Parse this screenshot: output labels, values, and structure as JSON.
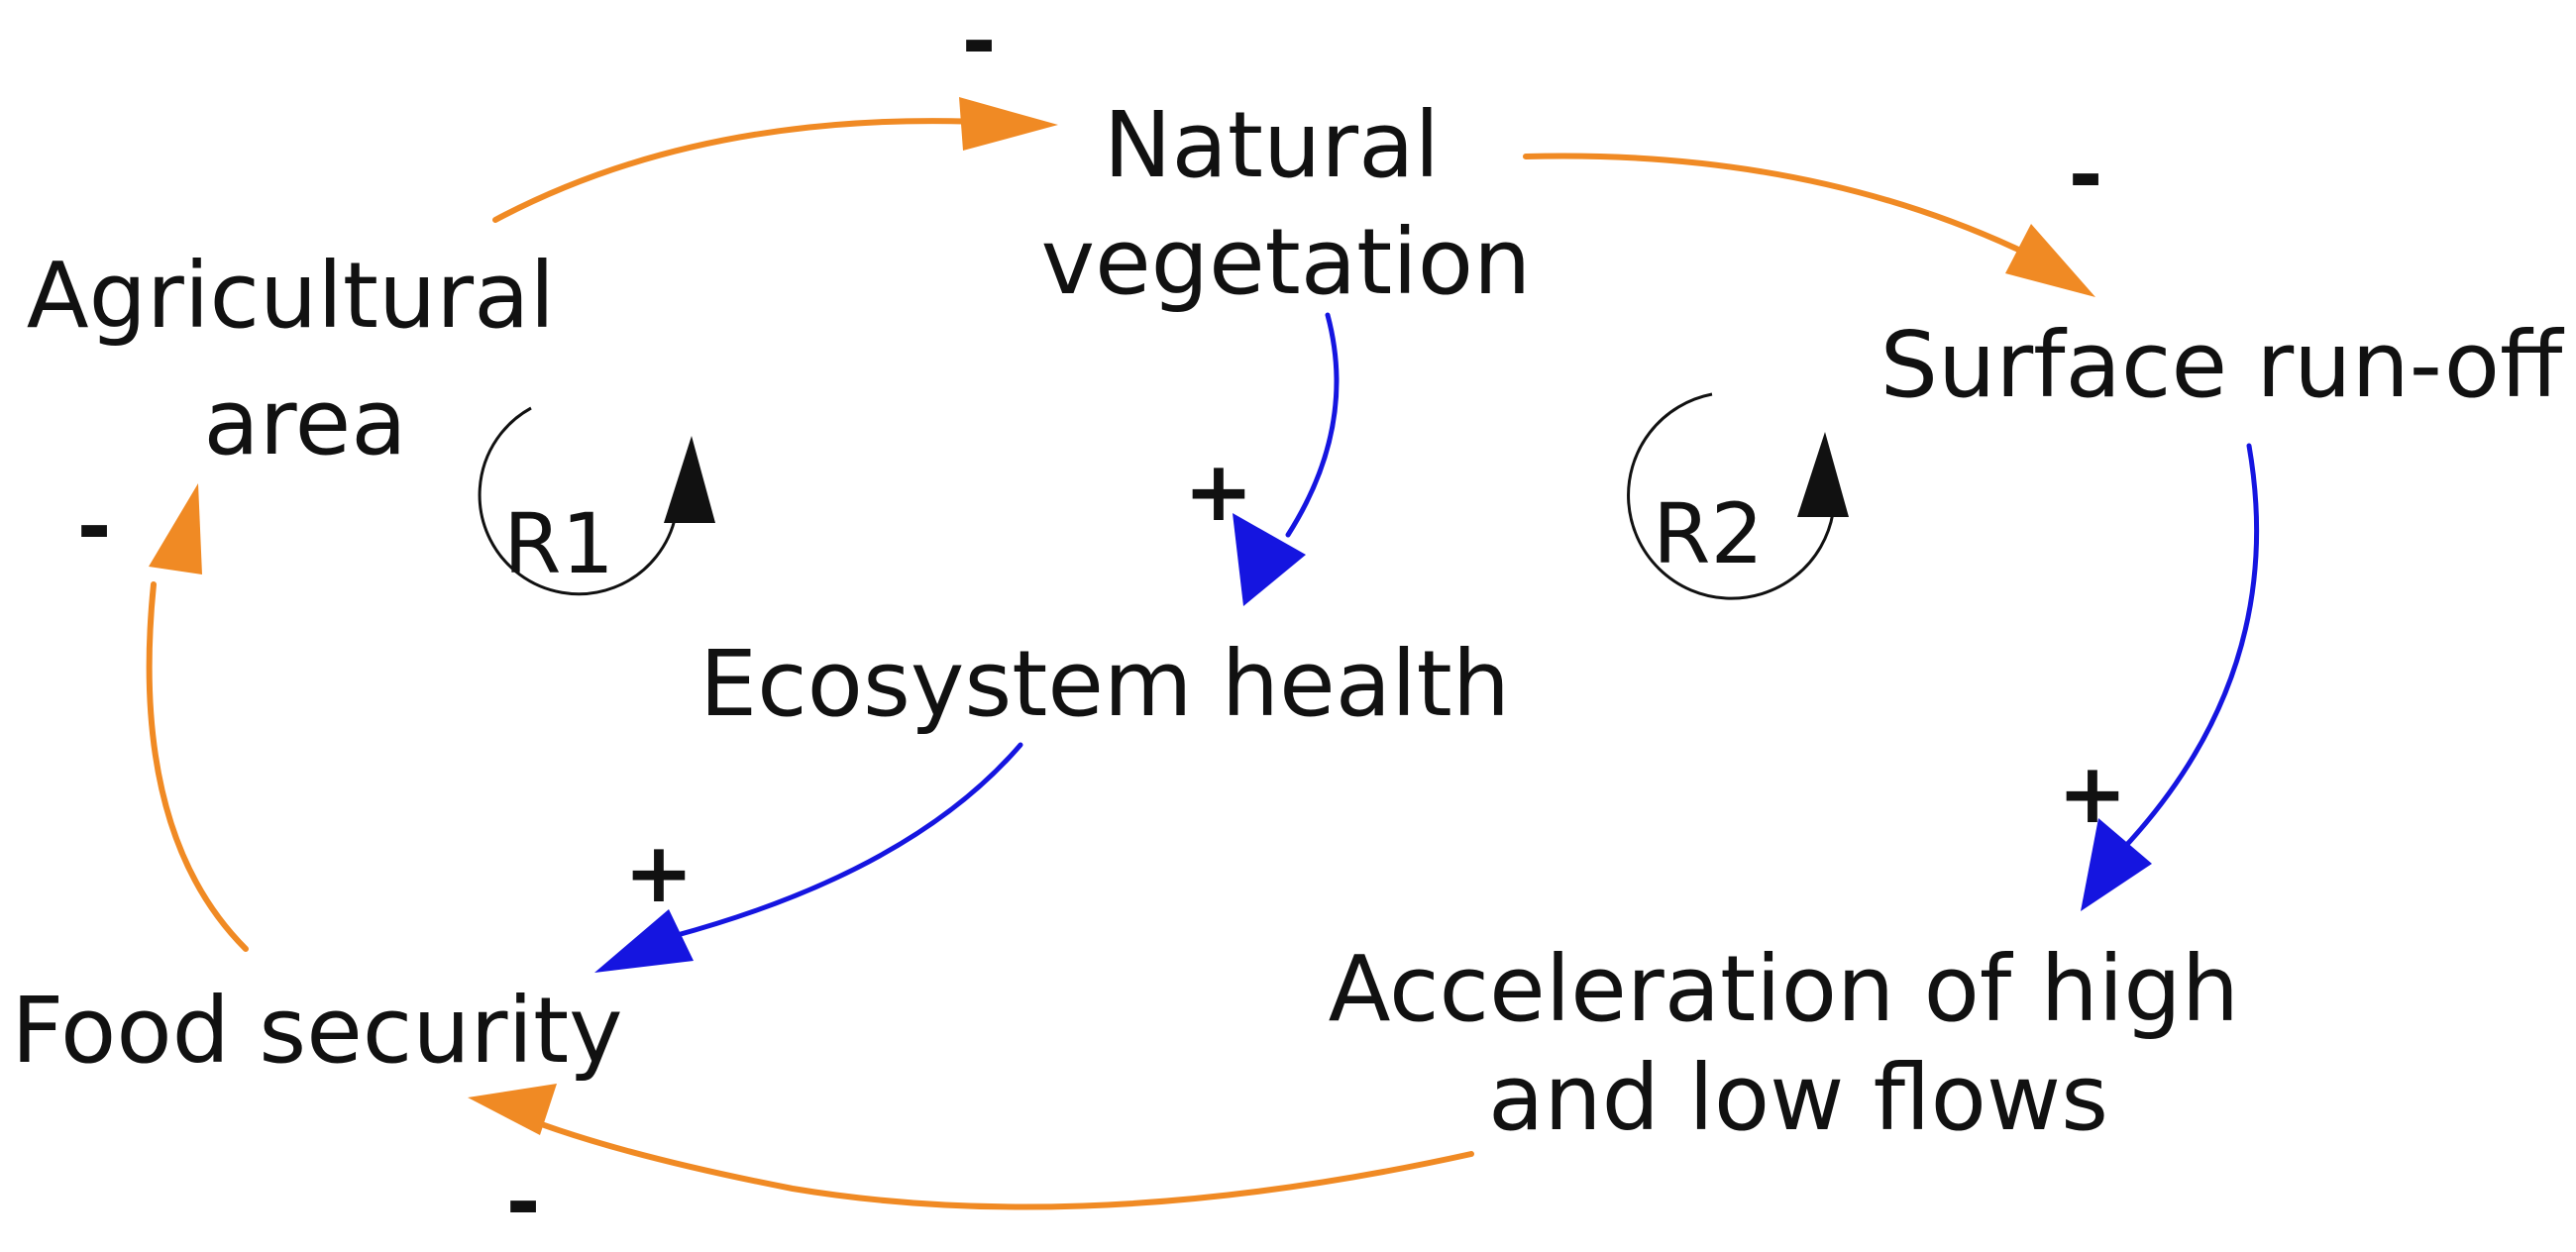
{
  "nodes": {
    "agricultural_area": [
      "Agricultural",
      "area"
    ],
    "natural_vegetation": [
      "Natural",
      "vegetation"
    ],
    "surface_runoff": [
      "Surface run-off"
    ],
    "ecosystem_health": [
      "Ecosystem health"
    ],
    "food_security": [
      "Food security"
    ],
    "acceleration_flows": [
      "Acceleration of high",
      "and low flows"
    ]
  },
  "loops": {
    "r1": "R1",
    "r2": "R2"
  },
  "polarity": {
    "agri_to_veg": "-",
    "veg_to_runoff": "-",
    "veg_to_eco": "+",
    "eco_to_food": "+",
    "runoff_to_accel": "+",
    "accel_to_food": "-",
    "food_to_agri": "-"
  },
  "colors": {
    "negative_link": "#F08A24",
    "positive_link": "#1515E0",
    "loop_indicator": "#111111",
    "text": "#111111"
  }
}
